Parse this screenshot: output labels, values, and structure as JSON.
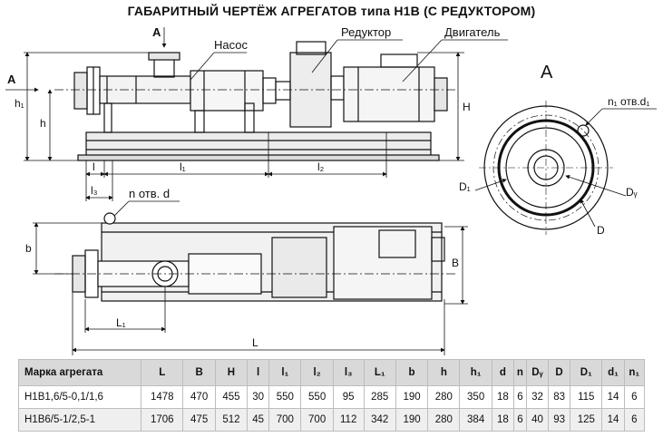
{
  "title": "ГАБАРИТНЫЙ ЧЕРТЁЖ АГРЕГАТОВ типа Н1В (С РЕДУКТОРОМ)",
  "callouts": {
    "pump": "Насос",
    "reducer": "Редуктор",
    "motor": "Двигатель",
    "holes": "n отв. d",
    "flange_holes": "n₁ отв.d₁"
  },
  "view_labels": {
    "view_a_big": "A",
    "arrow_top": "A",
    "arrow_left": "A"
  },
  "dims": {
    "h1": "h₁",
    "h": "h",
    "H": "H",
    "l": "l",
    "l1": "l₁",
    "l2": "l₂",
    "l3": "l₃",
    "b": "b",
    "B": "B",
    "L": "L",
    "L1": "L₁",
    "D1": "D₁",
    "Dy": "Dᵧ",
    "D": "D"
  },
  "table": {
    "headers": [
      "Марка агрегата",
      "L",
      "B",
      "H",
      "l",
      "l₁",
      "l₂",
      "l₃",
      "L₁",
      "b",
      "h",
      "h₁",
      "d",
      "n",
      "Dᵧ",
      "D",
      "D₁",
      "d₁",
      "n₁"
    ],
    "rows": [
      [
        "Н1В1,6/5-0,1/1,6",
        "1478",
        "470",
        "455",
        "30",
        "550",
        "550",
        "95",
        "285",
        "190",
        "280",
        "350",
        "18",
        "6",
        "32",
        "83",
        "115",
        "14",
        "6"
      ],
      [
        "Н1В6/5-1/2,5-1",
        "1706",
        "475",
        "512",
        "45",
        "700",
        "700",
        "112",
        "342",
        "190",
        "280",
        "384",
        "18",
        "6",
        "40",
        "93",
        "125",
        "14",
        "6"
      ]
    ]
  }
}
